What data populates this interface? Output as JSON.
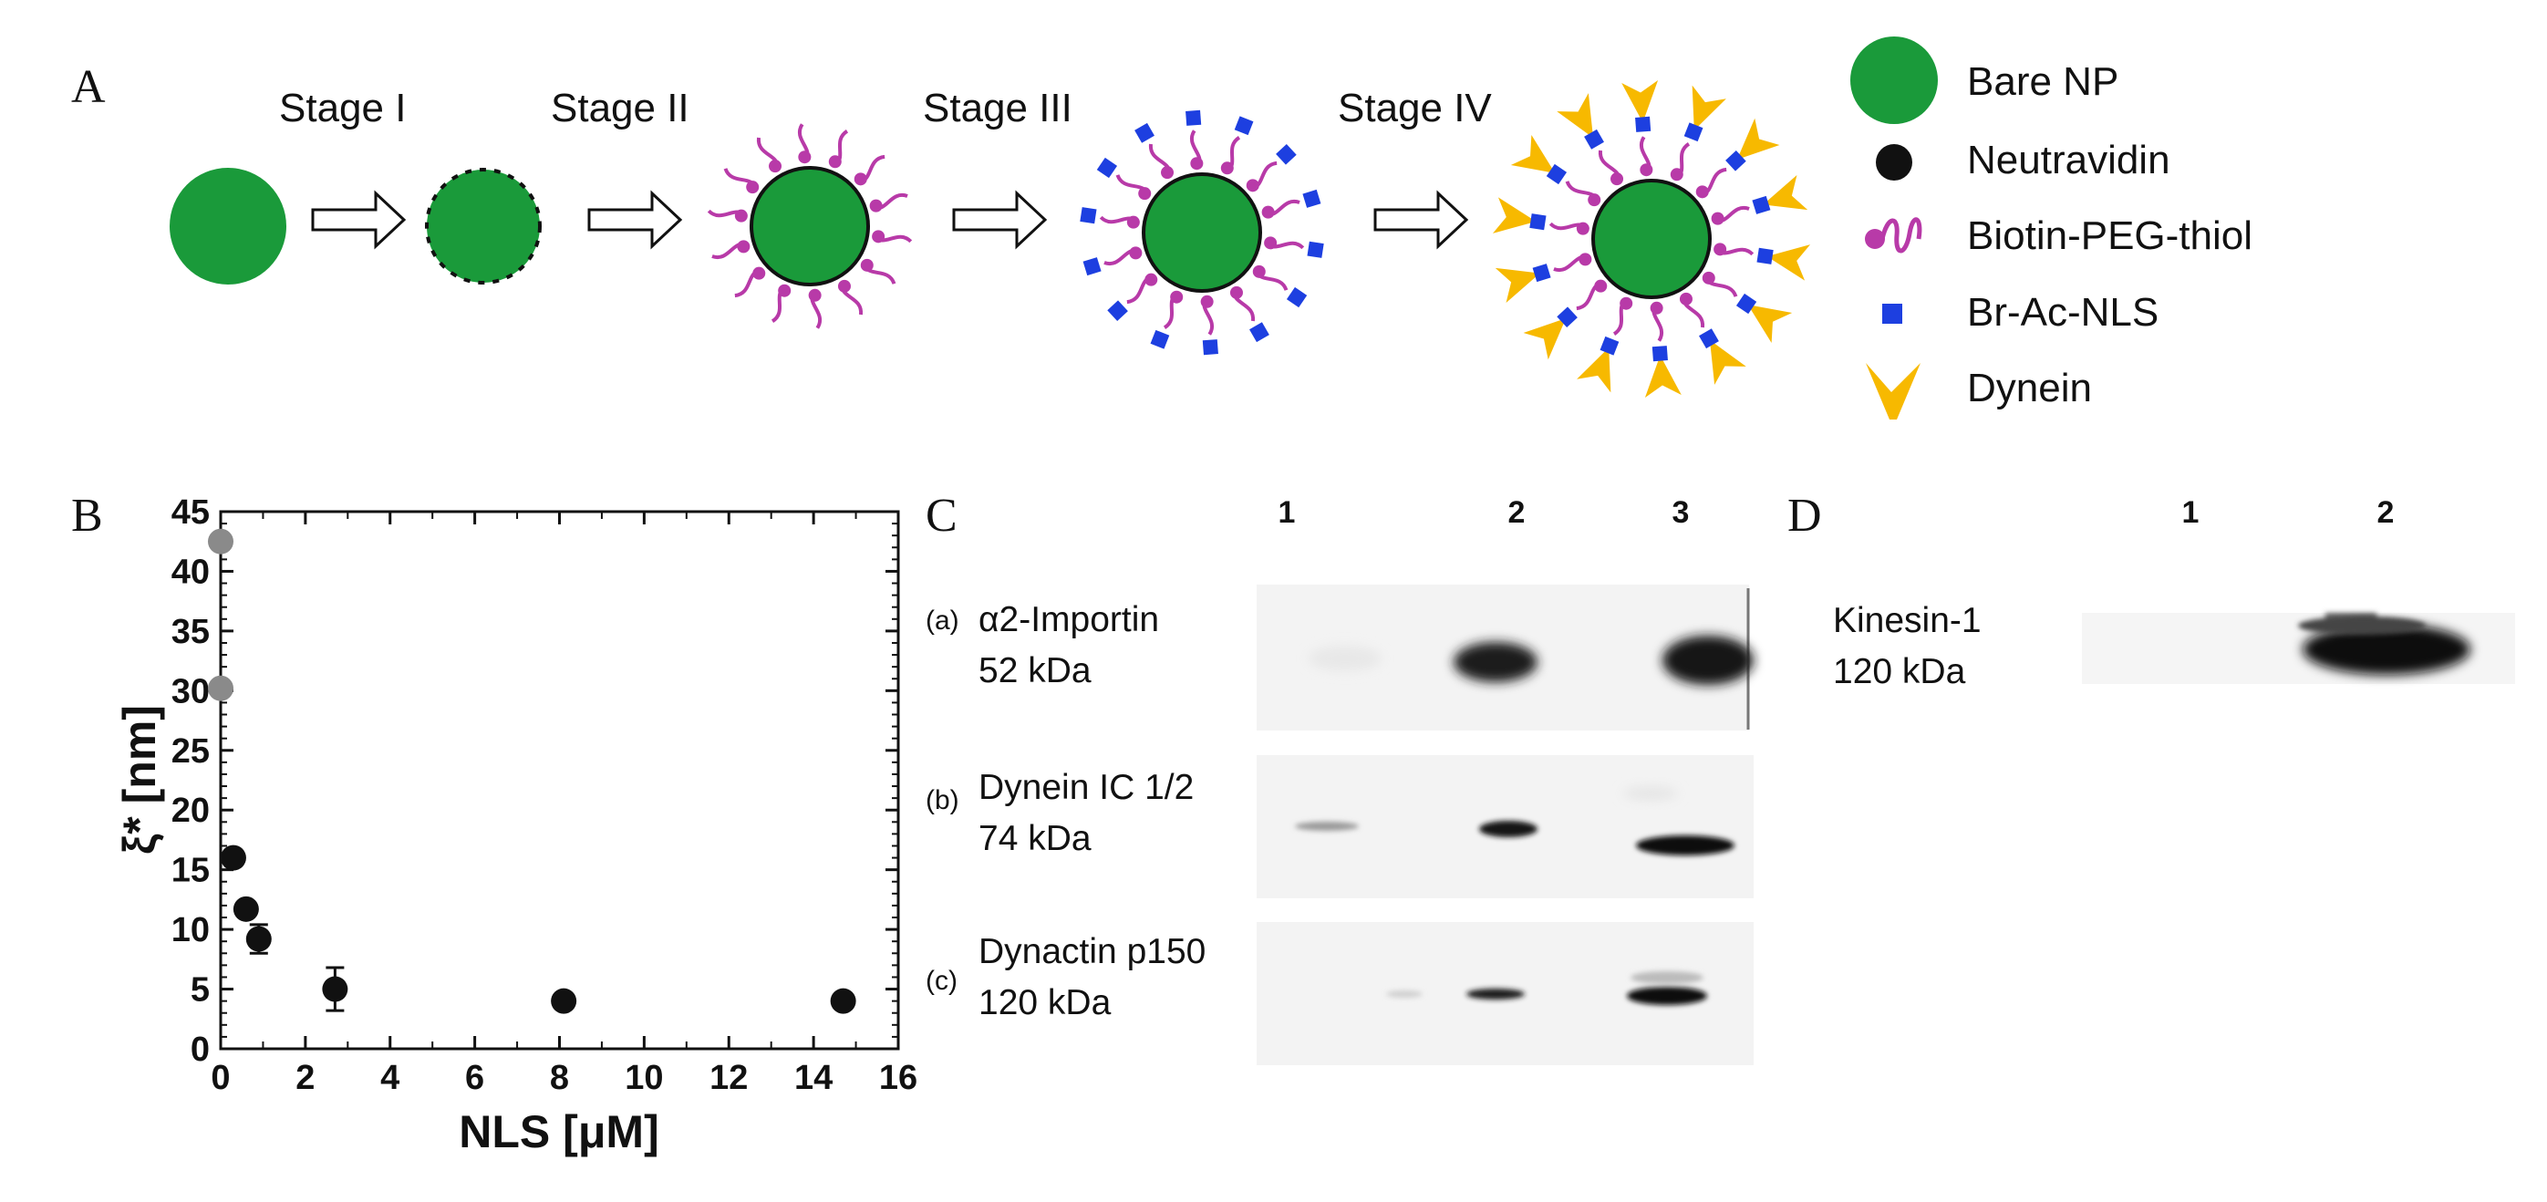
{
  "panel_letters": {
    "a": "A",
    "b": "B",
    "c": "C",
    "d": "D"
  },
  "stages": [
    "Stage I",
    "Stage II",
    "Stage III",
    "Stage IV"
  ],
  "legend": [
    {
      "label": "Bare NP",
      "icon": "green-circle-icon"
    },
    {
      "label": "Neutravidin",
      "icon": "black-dot-icon"
    },
    {
      "label": "Biotin-PEG-thiol",
      "icon": "magenta-coil-icon"
    },
    {
      "label": "Br-Ac-NLS",
      "icon": "blue-square-icon"
    },
    {
      "label": "Dynein",
      "icon": "yellow-v-icon"
    }
  ],
  "colors": {
    "np_green": "#1a9a3a",
    "neutravidin": "#111111",
    "peg_magenta": "#b83aa8",
    "nls_blue": "#1d3fe0",
    "dynein_yellow": "#f7b900",
    "early_points": "#8a8a8a",
    "later_points": "#111111"
  },
  "chart_data": {
    "type": "scatter",
    "xlabel": "NLS [μM]",
    "ylabel": "ξ* [nm]",
    "xlim": [
      0,
      16
    ],
    "ylim": [
      0,
      45
    ],
    "x_ticks": [
      0,
      2,
      4,
      6,
      8,
      10,
      12,
      14,
      16
    ],
    "y_ticks": [
      0,
      5,
      10,
      15,
      20,
      25,
      30,
      35,
      40,
      45
    ],
    "grid": false,
    "points": [
      {
        "x": 0.0,
        "y": 42.5,
        "err": 0,
        "shade": "early_points"
      },
      {
        "x": 0.0,
        "y": 30.2,
        "err": 0,
        "shade": "early_points"
      },
      {
        "x": 0.3,
        "y": 16.0,
        "err": 0,
        "shade": "later_points"
      },
      {
        "x": 0.6,
        "y": 11.7,
        "err": 0.6,
        "shade": "later_points"
      },
      {
        "x": 0.9,
        "y": 9.2,
        "err": 1.2,
        "shade": "later_points"
      },
      {
        "x": 2.7,
        "y": 5.0,
        "err": 1.8,
        "shade": "later_points"
      },
      {
        "x": 8.1,
        "y": 4.0,
        "err": 0,
        "shade": "later_points"
      },
      {
        "x": 14.7,
        "y": 4.0,
        "err": 0,
        "shade": "later_points"
      }
    ]
  },
  "blot_c": {
    "lanes": [
      "1",
      "2",
      "3"
    ],
    "rows": [
      {
        "tag": "(a)",
        "name": "α2-Importin",
        "mass": "52 kDa"
      },
      {
        "tag": "(b)",
        "name": "Dynein IC 1/2",
        "mass": "74 kDa"
      },
      {
        "tag": "(c)",
        "name": "Dynactin p150",
        "mass": "120 kDa"
      }
    ]
  },
  "blot_d": {
    "lanes": [
      "1",
      "2"
    ],
    "name": "Kinesin-1",
    "mass": "120 kDa"
  }
}
